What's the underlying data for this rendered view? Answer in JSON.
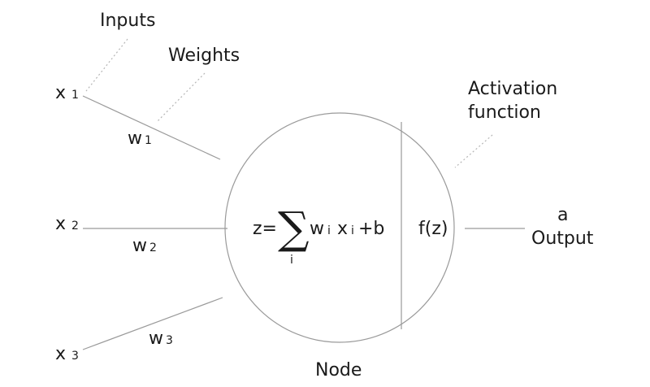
{
  "labels": {
    "inputs": "Inputs",
    "weights": "Weights",
    "activation_line1": "Activation",
    "activation_line2": "function",
    "node": "Node",
    "output_symbol": "a",
    "output_label": "Output"
  },
  "inputs": [
    {
      "x": "x",
      "x_sub": "1",
      "w": "w",
      "w_sub": "1"
    },
    {
      "x": "x",
      "x_sub": "2",
      "w": "w",
      "w_sub": "2"
    },
    {
      "x": "x",
      "x_sub": "3",
      "w": "w",
      "w_sub": "3"
    }
  ],
  "formula": {
    "z_eq": "z=",
    "sigma": "∑",
    "sigma_index": "i",
    "w": "w",
    "w_sub": "i",
    "x": "x",
    "x_sub": "i",
    "plus_b": "+b"
  },
  "activation": "f(z)",
  "colors": {
    "stroke": "#9a9a9a",
    "dash": "#b5b5b5",
    "text": "#1a1a1a"
  }
}
